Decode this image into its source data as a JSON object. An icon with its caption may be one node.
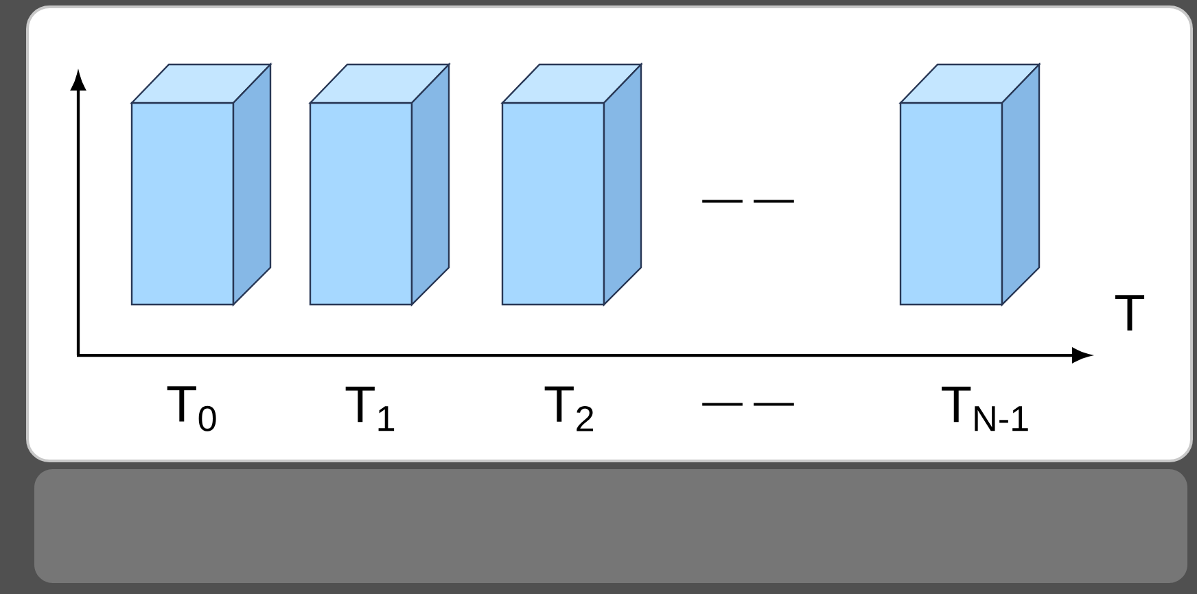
{
  "diagram": {
    "nodes": [
      {
        "text": [],
        "shape": "box"
      },
      {
        "text": [],
        "shape": "box"
      },
      {
        "text": [],
        "shape": "box"
      },
      {
        "text": [],
        "shape": "box"
      }
    ],
    "labels": [
      "— —",
      "T",
      "T$_{0}$",
      "T$_{1}$",
      "T$_{2}$",
      "— —",
      "T$_{N-1}$"
    ]
  }
}
